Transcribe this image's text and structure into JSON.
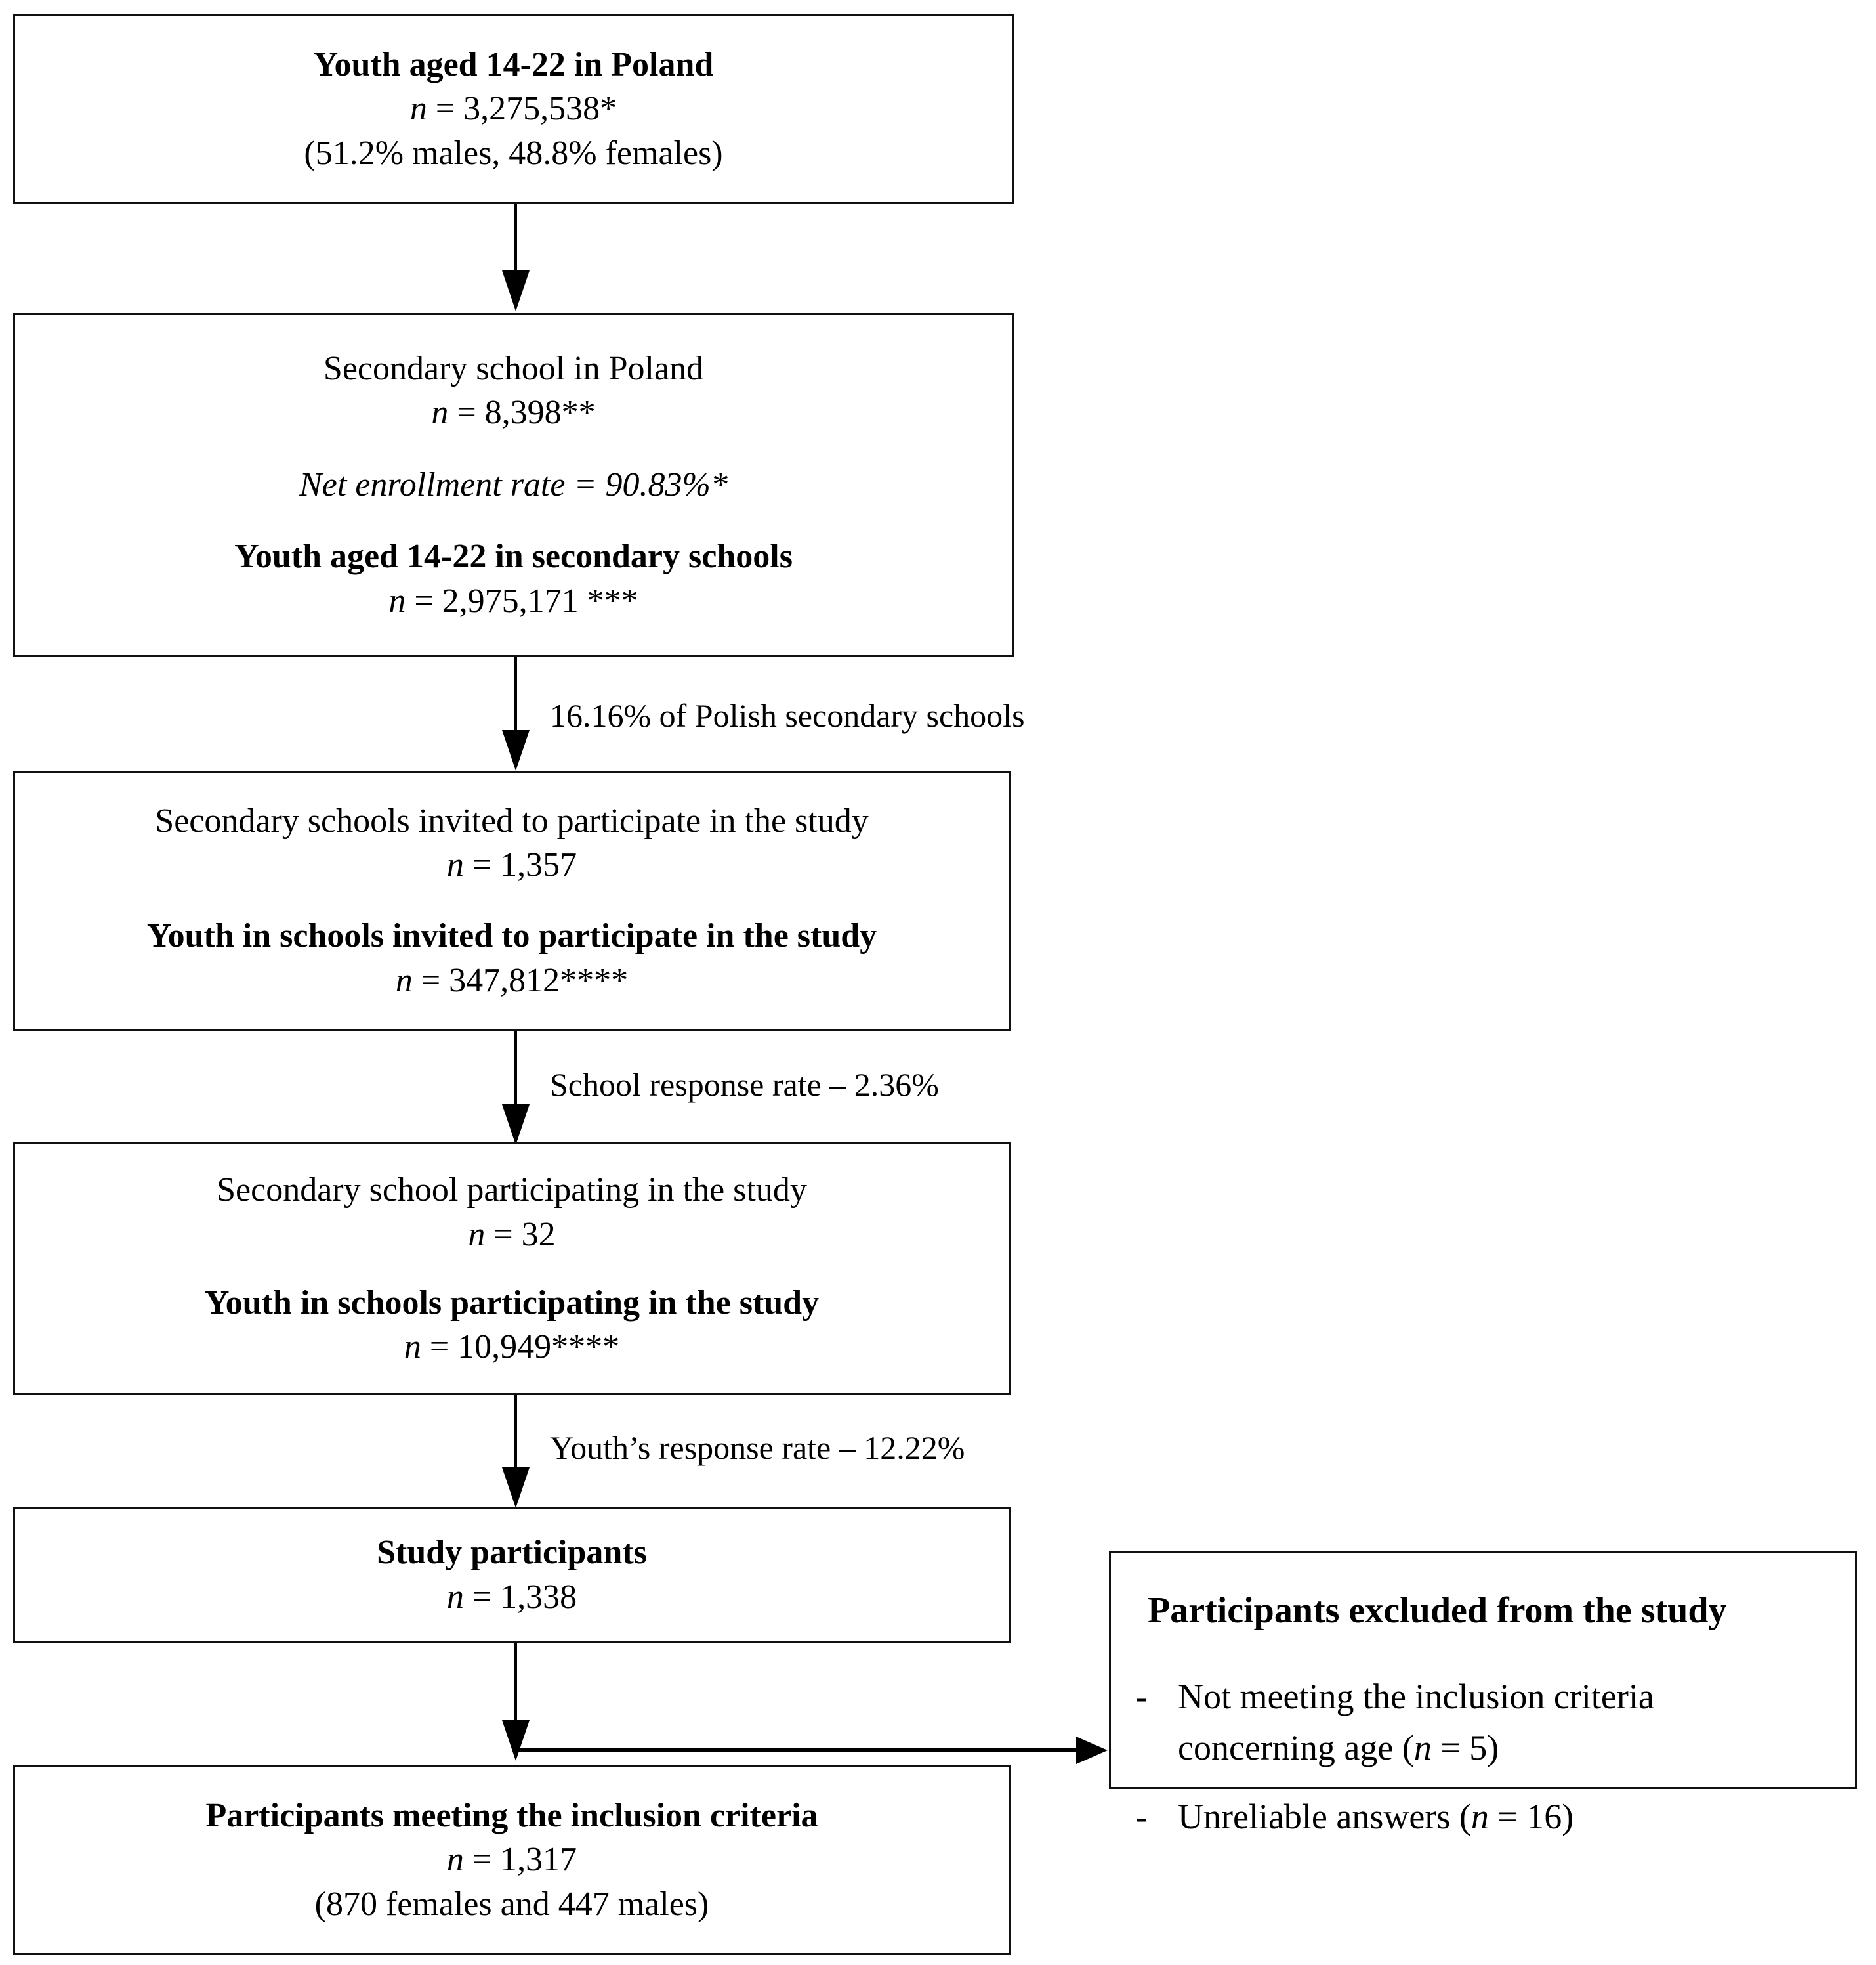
{
  "flowchart": {
    "title": "Study participant selection flow",
    "nodes": [
      {
        "id": "population",
        "lines": [
          {
            "text": "Youth aged 14-22 in Poland",
            "style": "bold"
          },
          {
            "text": "n = 3,275,538*",
            "style": "normal"
          },
          {
            "text": "(51.2% males, 48.8% females)",
            "style": "normal"
          }
        ]
      },
      {
        "id": "secondary-school",
        "lines": [
          {
            "text": "Secondary school in Poland",
            "style": "normal"
          },
          {
            "text": "n = 8,398**",
            "style": "normal"
          },
          {
            "text": "Net enrollment rate = 90.83%*",
            "style": "italic"
          },
          {
            "text": "Youth aged 14-22 in secondary schools",
            "style": "bold"
          },
          {
            "text": "n = 2,975,171 ***",
            "style": "normal"
          }
        ]
      },
      {
        "id": "schools-invited",
        "lines": [
          {
            "text": "Secondary schools invited to participate in the study",
            "style": "normal"
          },
          {
            "text": "n = 1,357",
            "style": "normal"
          },
          {
            "text": "Youth in schools invited to participate in the study",
            "style": "bold"
          },
          {
            "text": "n = 347,812****",
            "style": "normal"
          }
        ]
      },
      {
        "id": "schools-participating",
        "lines": [
          {
            "text": "Secondary school participating in the study",
            "style": "normal"
          },
          {
            "text": "n = 32",
            "style": "normal"
          },
          {
            "text": "Youth in schools participating in the study",
            "style": "bold"
          },
          {
            "text": "n = 10,949****",
            "style": "normal"
          }
        ]
      },
      {
        "id": "study-participants",
        "lines": [
          {
            "text": "Study participants",
            "style": "bold"
          },
          {
            "text": "n = 1,338",
            "style": "normal"
          }
        ]
      },
      {
        "id": "participants-included",
        "lines": [
          {
            "text": "Participants meeting the inclusion criteria",
            "style": "bold"
          },
          {
            "text": "n = 1,317",
            "style": "normal"
          },
          {
            "text": "(870 females and 447 males)",
            "style": "normal"
          }
        ]
      }
    ],
    "edge_labels": [
      {
        "id": "edge-schools-pct",
        "text": "16.16% of Polish secondary schools"
      },
      {
        "id": "edge-school-response",
        "text": "School response rate – 2.36%"
      },
      {
        "id": "edge-youth-response",
        "text": "Youth’s response rate – 12.22%"
      }
    ],
    "exclusion": {
      "title": "Participants excluded from the study",
      "bullet": "-",
      "items": [
        "Not meeting the inclusion  criteria concerning  age (n = 5)",
        "Unreliable  answers (n = 16)"
      ],
      "items_split": [
        {
          "line1": "Not meeting the inclusion  criteria",
          "line2": "concerning  age (n = 5)"
        },
        {
          "line1": "Unreliable  answers (n = 16)",
          "line2": ""
        }
      ]
    },
    "colors": {
      "border": "#111111",
      "text": "#000000",
      "background": "#ffffff"
    }
  }
}
